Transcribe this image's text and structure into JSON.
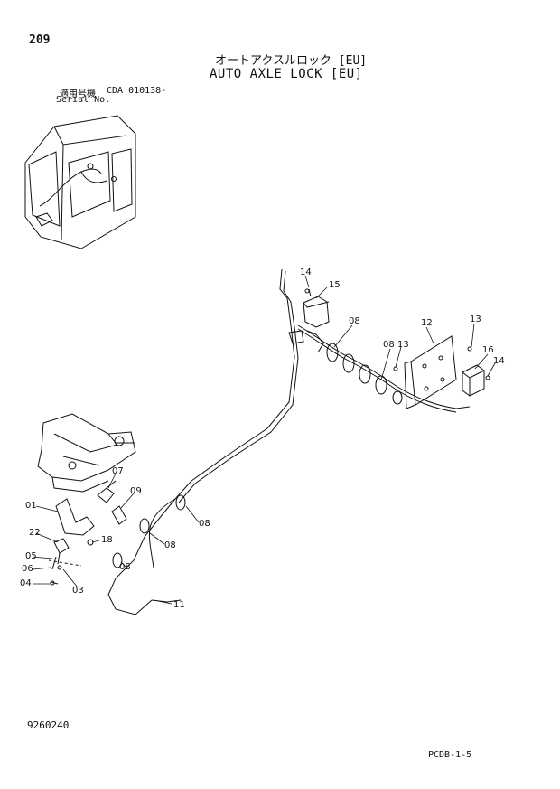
{
  "header": {
    "page_number": "209",
    "title_jp": "オートアクスルロック [EU]",
    "title_en": "AUTO AXLE LOCK [EU]",
    "serial_label_jp": "適用号機",
    "serial_code": "CDA 010138-",
    "serial_label_en": "Serial No."
  },
  "callouts": [
    "14",
    "15",
    "08",
    "12",
    "13",
    "08",
    "13",
    "16",
    "14",
    "07",
    "09",
    "01",
    "18",
    "08",
    "08",
    "22",
    "05",
    "06",
    "04",
    "03",
    "08",
    "11"
  ],
  "footer": {
    "doc_number": "9260240",
    "page_code": "PCDB-1-5"
  }
}
